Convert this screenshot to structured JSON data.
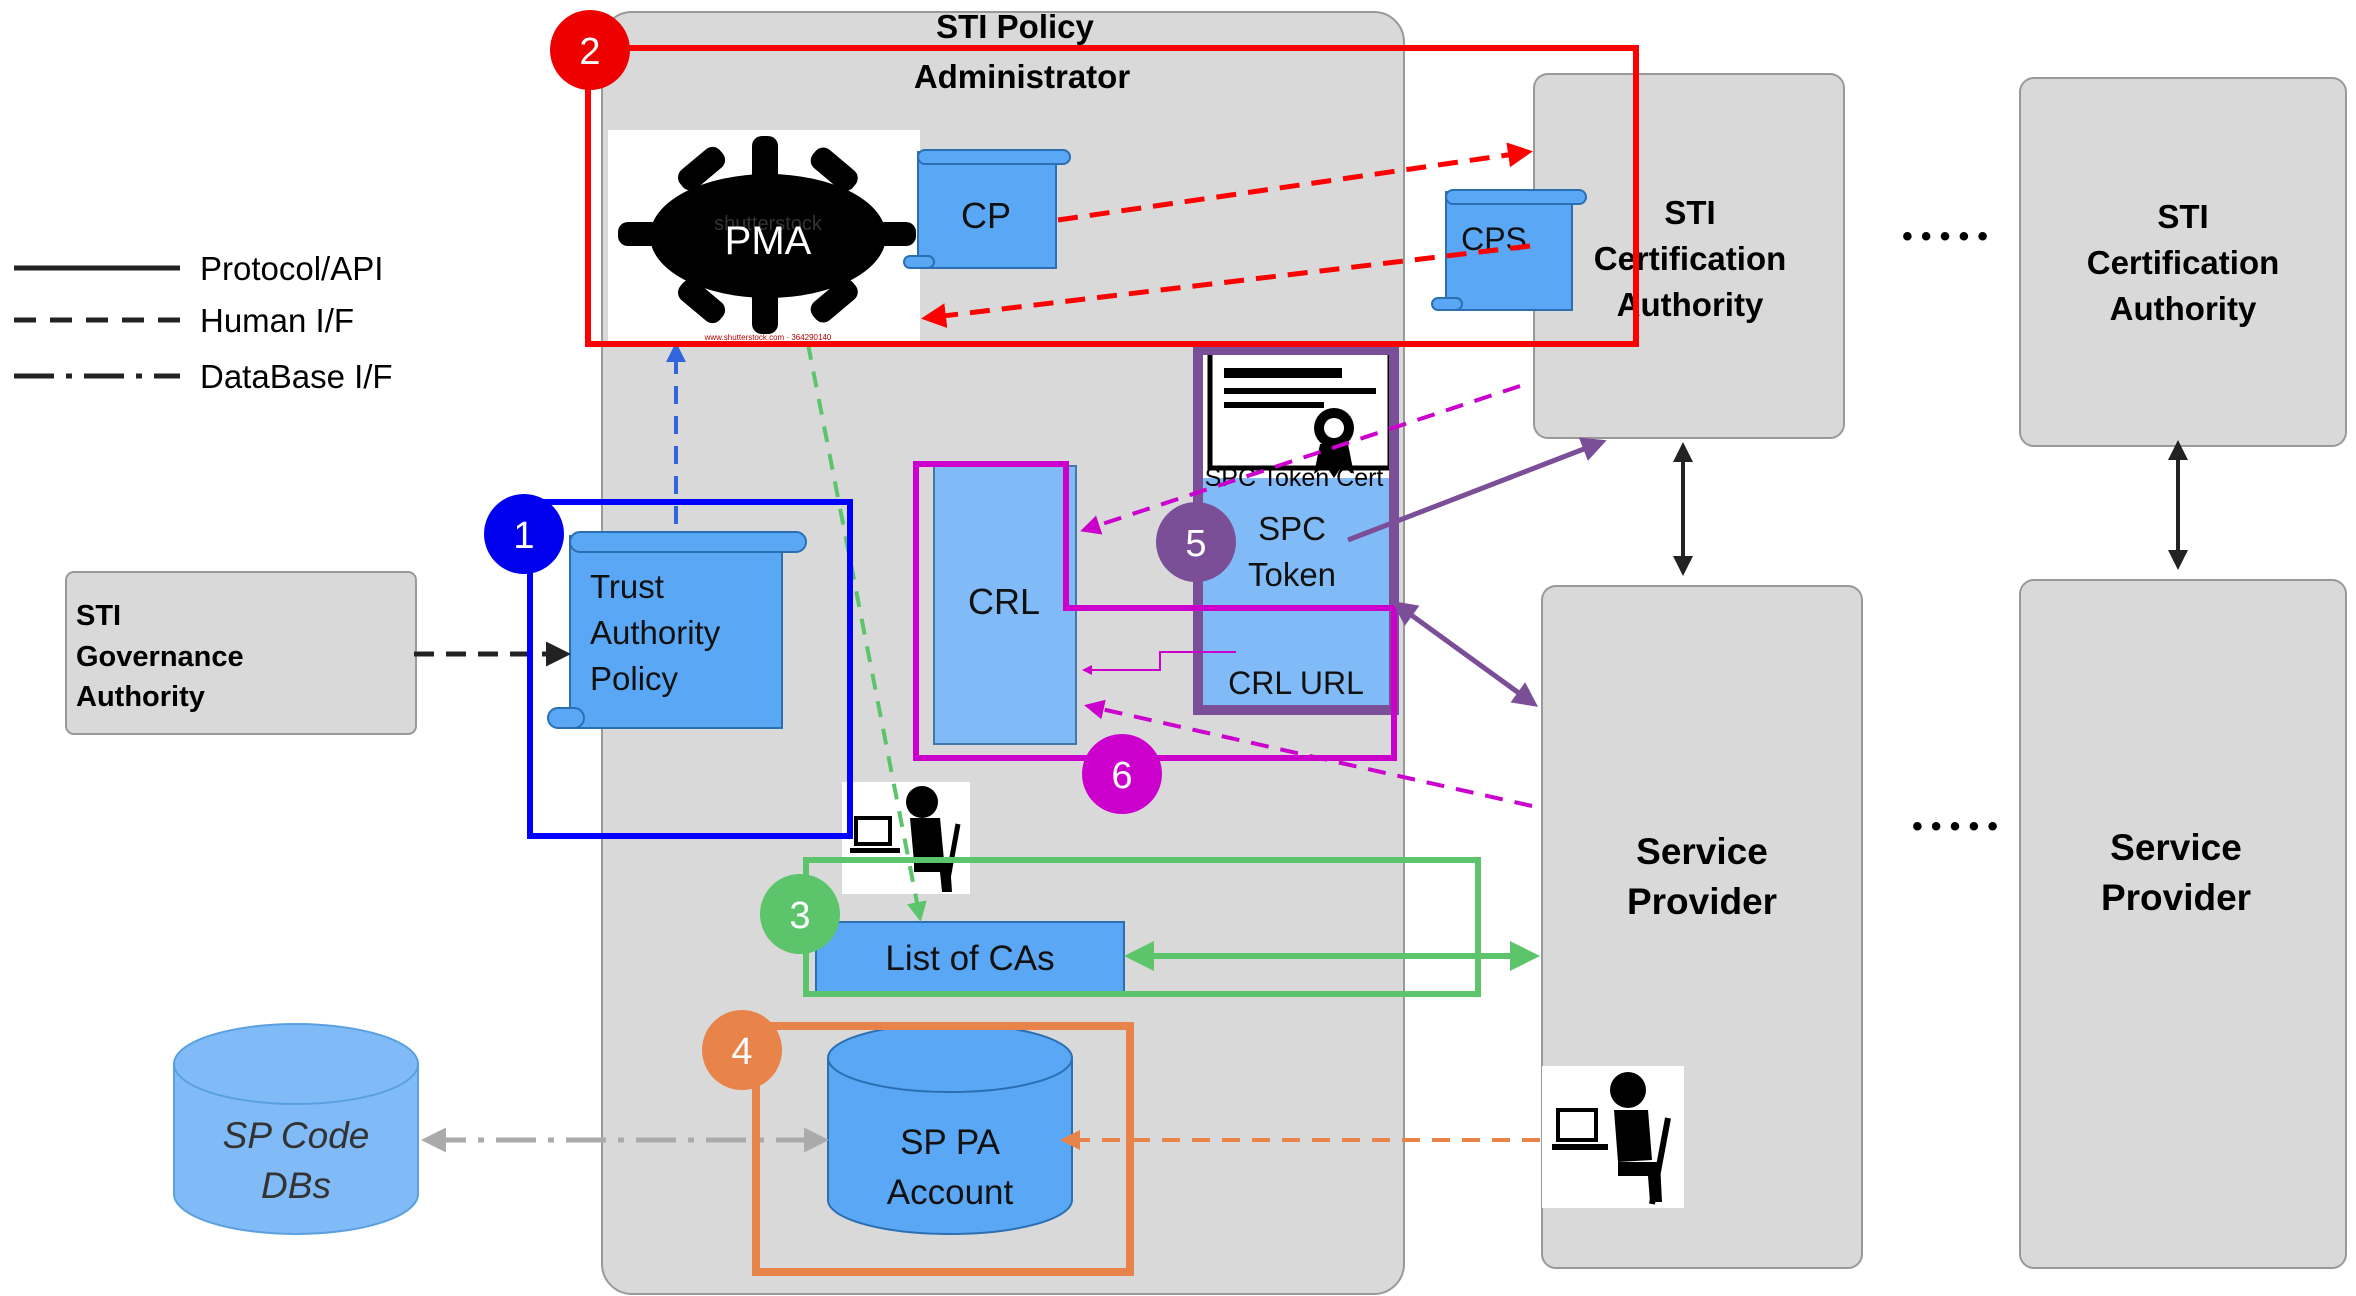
{
  "legend": {
    "protocol": "Protocol/API",
    "human": "Human I/F",
    "database": "DataBase I/F"
  },
  "pa": {
    "title_line1": "STI Policy",
    "title_line2": "Administrator"
  },
  "pma": {
    "label": "PMA",
    "watermark": "shutterstock",
    "watermark_small": "www.shutterstock.com · 364290140"
  },
  "cp": "CP",
  "cps": "CPS",
  "governance": [
    "STI",
    "Governance",
    "Authority"
  ],
  "trust_policy": [
    "Trust",
    "Authority",
    "Policy"
  ],
  "crl": "CRL",
  "spc_token_cert": "SPC Token Cert",
  "spc_token": [
    "SPC",
    "Token"
  ],
  "crl_url": "CRL URL",
  "list_of_cas": "List of CAs",
  "sp_pa_account": [
    "SP PA",
    "Account"
  ],
  "sp_code_dbs": [
    "SP Code",
    "DBs"
  ],
  "ca1": [
    "STI",
    "Certification",
    "Authority"
  ],
  "ca2": [
    "STI",
    "Certification",
    "Authority"
  ],
  "sp1": [
    "Service",
    "Provider"
  ],
  "sp2": [
    "Service",
    "Provider"
  ],
  "ellipsis_top": "• • • • •",
  "ellipsis_bottom": "• • • • •",
  "badges": [
    "1",
    "2",
    "3",
    "4",
    "5",
    "6"
  ],
  "colors": {
    "red": "#ff0000",
    "blue": "#0000ff",
    "green": "#5cc46a",
    "orange": "#e8834a",
    "purple": "#7b4f97",
    "magenta": "#cc00cc",
    "grey_box": "#d9d9d9",
    "light_blue": "#5aa7f5"
  }
}
